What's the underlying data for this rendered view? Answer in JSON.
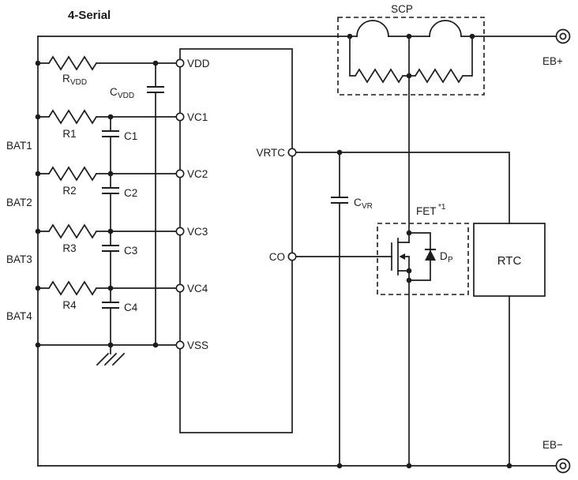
{
  "title": "4-Serial",
  "colors": {
    "ink": "#1c1c1c",
    "background": "#ffffff"
  },
  "batteries": [
    "BAT1",
    "BAT2",
    "BAT3",
    "BAT4"
  ],
  "ic": {
    "pins_left": [
      "VDD",
      "VC1",
      "VC2",
      "VC3",
      "VC4",
      "VSS"
    ],
    "pins_right": [
      "VRTC",
      "CO"
    ]
  },
  "parts": {
    "rvdd": {
      "name": "R",
      "sub": "VDD"
    },
    "cvdd": {
      "name": "C",
      "sub": "VDD"
    },
    "r": [
      "R1",
      "R2",
      "R3",
      "R4"
    ],
    "c": [
      "C1",
      "C2",
      "C3",
      "C4"
    ],
    "cvr": {
      "name": "C",
      "sub": "VR"
    },
    "dp": {
      "name": "D",
      "sub": "P"
    },
    "scp": "SCP",
    "fet": {
      "name": "FET",
      "note": "*1"
    },
    "rtc": "RTC"
  },
  "terminals": {
    "plus": "EB+",
    "minus": "EB−"
  }
}
